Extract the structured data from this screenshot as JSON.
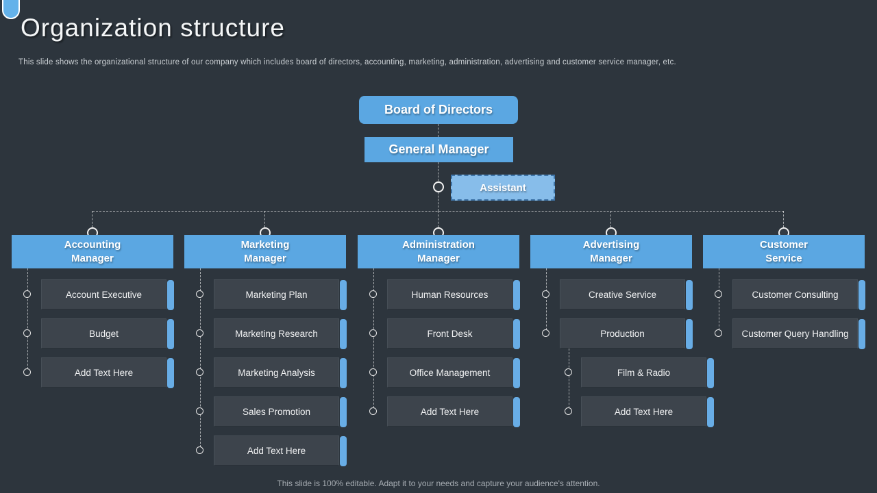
{
  "slide": {
    "title": "Organization structure",
    "subtitle": "This slide shows the organizational structure of our company which includes board of directors, accounting, marketing, administration, advertising and customer service manager, etc.",
    "footer": "This slide is 100% editable. Adapt it to your needs and capture your audience's attention."
  },
  "colors": {
    "background": "#2d353d",
    "node_blue": "#5ba7e2",
    "assistant_blue": "#87bdea",
    "item_gray": "#3d444c",
    "accent_bar_blue": "#68ade6",
    "connector": "#ffffff"
  },
  "chart": {
    "root": "Board of Directors",
    "level2": "General Manager",
    "assistant": "Assistant",
    "columns": [
      {
        "manager": "Accounting\nManager",
        "items": [
          {
            "label": "Account Executive"
          },
          {
            "label": "Budget"
          },
          {
            "label": "Add Text Here"
          }
        ]
      },
      {
        "manager": "Marketing\nManager",
        "items": [
          {
            "label": "Marketing Plan"
          },
          {
            "label": "Marketing Research"
          },
          {
            "label": "Marketing Analysis"
          },
          {
            "label": "Sales Promotion"
          },
          {
            "label": "Add Text Here"
          }
        ]
      },
      {
        "manager": "Administration\nManager",
        "items": [
          {
            "label": "Human Resources"
          },
          {
            "label": "Front Desk"
          },
          {
            "label": "Office Management"
          },
          {
            "label": "Add Text Here"
          }
        ]
      },
      {
        "manager": "Advertising\nManager",
        "items": [
          {
            "label": "Creative Service"
          },
          {
            "label": "Production"
          },
          {
            "label": "Film & Radio",
            "indent": true
          },
          {
            "label": "Add Text Here",
            "indent": true
          }
        ]
      },
      {
        "manager": "Customer\nService",
        "items": [
          {
            "label": "Customer Consulting"
          },
          {
            "label": "Customer Query Handling"
          }
        ]
      }
    ]
  }
}
